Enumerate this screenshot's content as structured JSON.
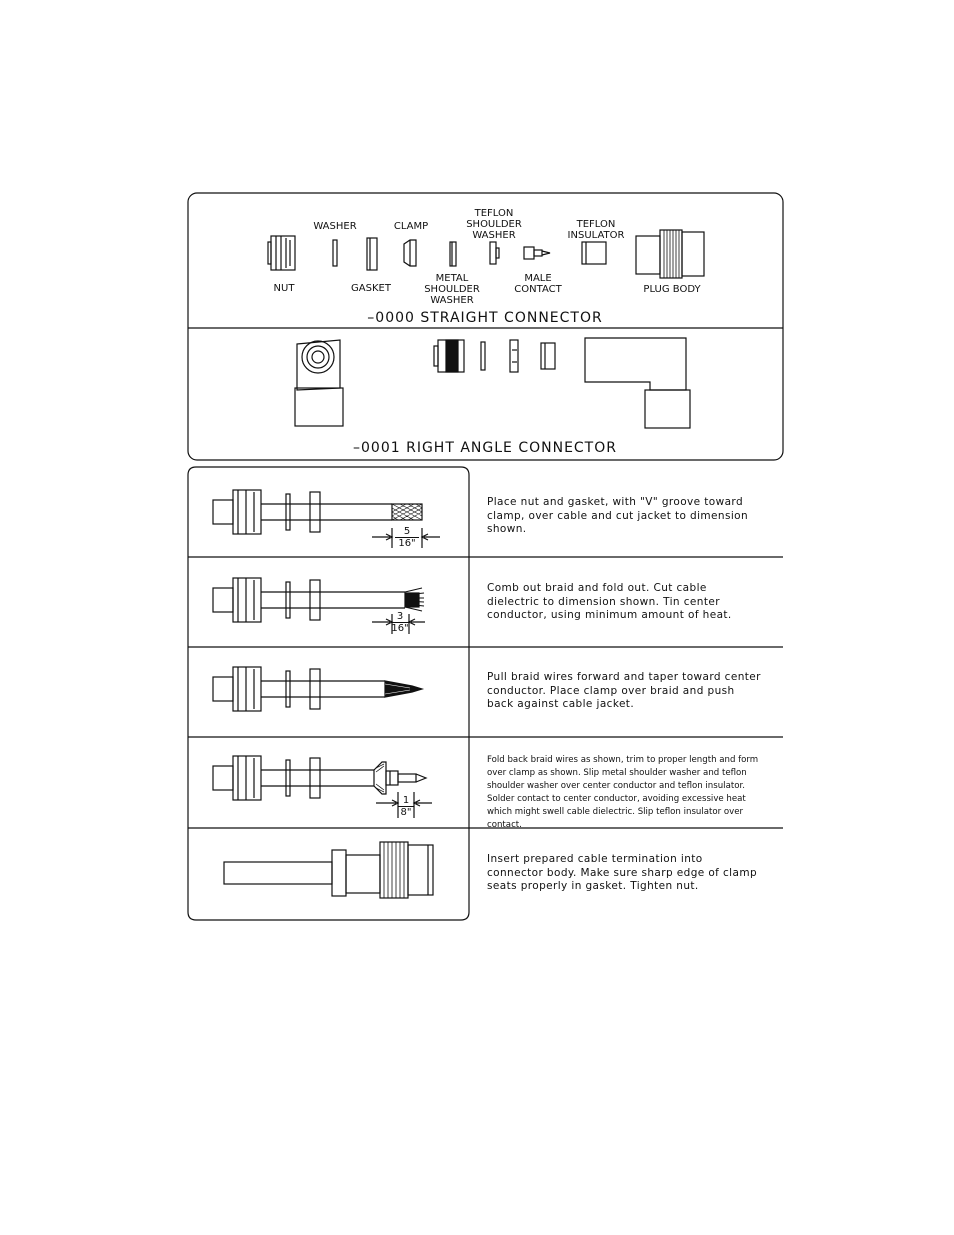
{
  "kit": {
    "part_labels": {
      "washer": "WASHER",
      "clamp": "CLAMP",
      "teflon_shoulder_washer": "TEFLON\nSHOULDER\nWASHER",
      "teflon_insulator": "TEFLON\nINSULATOR",
      "nut": "NUT",
      "gasket": "GASKET",
      "metal_shoulder_washer": "METAL\nSHOULDER\nWASHER",
      "male_contact": "MALE\nCONTACT",
      "plug_body": "PLUG BODY"
    },
    "straight_title": "–0000 STRAIGHT CONNECTOR",
    "right_angle_title": "–0001 RIGHT ANGLE CONNECTOR"
  },
  "steps": [
    {
      "text": "Place nut and gasket, with \"V\" groove toward clamp, over cable and cut jacket to dimension shown.",
      "dim_num": "5",
      "dim_den": "16\""
    },
    {
      "text": "Comb out braid and fold out. Cut cable dielectric to dimension shown. Tin center conductor, using minimum amount of heat.",
      "dim_num": "3",
      "dim_den": "16\""
    },
    {
      "text": "Pull braid wires forward and taper toward center conductor. Place clamp over braid and push back against cable jacket."
    },
    {
      "text": "Fold back braid wires as shown, trim to proper length and form over clamp as shown. Slip metal shoulder washer and teflon shoulder washer over center conductor and teflon insulator. Solder contact to center conductor, avoiding excessive heat which might swell cable dielectric. Slip teflon insulator over contact.",
      "dim_num": "1",
      "dim_den": "8\""
    },
    {
      "text": "Insert prepared cable termination into connector body. Make sure sharp edge of clamp seats properly in gasket. Tighten nut."
    }
  ]
}
